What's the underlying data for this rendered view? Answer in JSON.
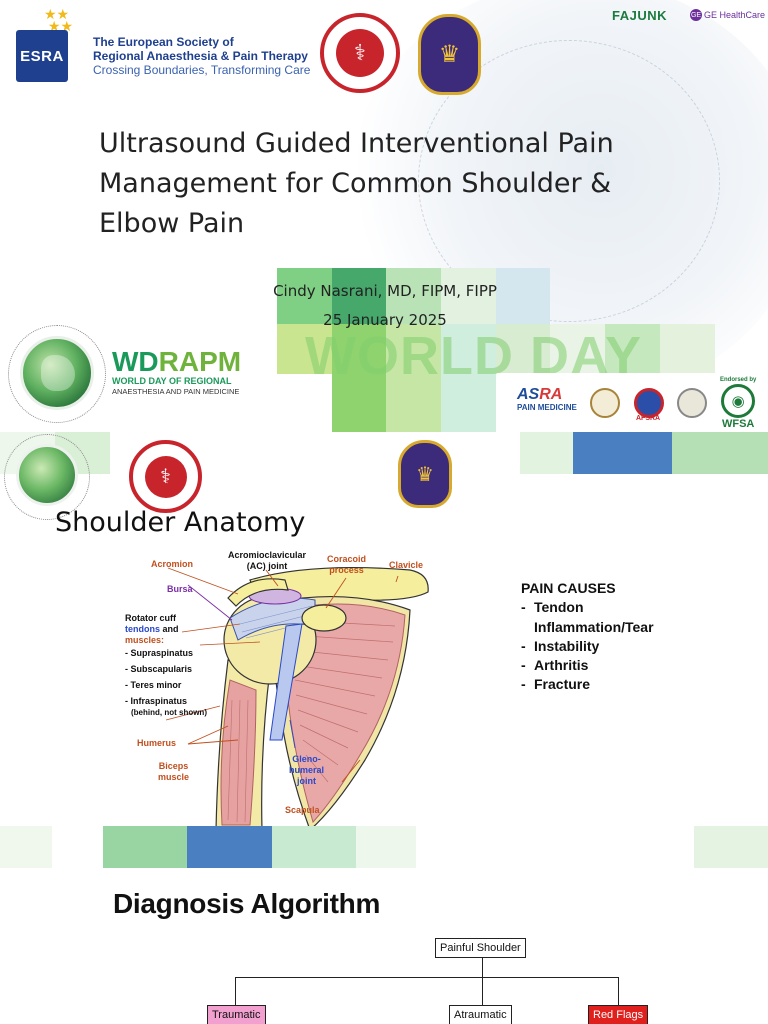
{
  "slide1": {
    "esra_logo_text": "ESRA",
    "esra_name_line1": "The European Society of",
    "esra_name_line2": "Regional Anaesthesia & Pain Therapy",
    "esra_tagline": "Crossing Boundaries, Transforming Care",
    "fajunk": "FAJUNK",
    "ge_healthcare": "GE HealthCare",
    "title": "Ultrasound Guided Interventional Pain Management for Common Shoulder & Elbow Pain",
    "author": "Cindy Nasrani, MD, FIPM, FIPP",
    "date": "25 January 2025",
    "banner_text": "WORLD DAY",
    "wdrapm_prefix": "WD",
    "wdrapm_suffix": "RAPM",
    "wdrapm_line1": "WORLD DAY OF REGIONAL",
    "wdrapm_line2": "ANAESTHESIA AND PAIN MEDICINE",
    "asra_prefix": "AS",
    "asra_suffix": "RA",
    "asra_sub": "PAIN MEDICINE",
    "afsra": "AFSRA",
    "wfsa_endorsed": "Endorsed by",
    "wfsa": "WFSA",
    "colors": {
      "green_light": "#bfe3b4",
      "green_mid": "#86cf8e",
      "blue_block": "#4a7fc1",
      "lime": "#a9d86e"
    }
  },
  "slide2": {
    "title": "Shoulder Anatomy",
    "labels": {
      "acromion": "Acromion",
      "ac_joint_1": "Acromioclavicular",
      "ac_joint_2": "(AC) joint",
      "coracoid_1": "Coracoid",
      "coracoid_2": "process",
      "clavicle": "Clavicle",
      "bursa": "Bursa",
      "rotator_1": "Rotator cuff",
      "rotator_tendons": "tendons",
      "rotator_and": " and",
      "rotator_muscles": "muscles:",
      "supraspinatus": "- Supraspinatus",
      "subscapularis": "- Subscapularis",
      "teres_minor": "- Teres minor",
      "infraspinatus": "- Infraspinatus",
      "infraspinatus_note": "(behind, not shown)",
      "humerus": "Humerus",
      "biceps_1": "Biceps",
      "biceps_2": "muscle",
      "gleno_1": "Gleno-",
      "gleno_2": "humeral",
      "gleno_3": "joint",
      "scapula": "Scapula"
    },
    "pain_causes": {
      "heading": "PAIN CAUSES",
      "dash": "-",
      "items": [
        "Tendon Inflammation/Tear",
        "Instability",
        "Arthritis",
        "Fracture"
      ]
    }
  },
  "slide3": {
    "title": "Diagnosis Algorithm",
    "root": "Painful Shoulder",
    "traumatic": "Traumatic",
    "atraumatic": "Atraumatic",
    "red_flags": "Red Flags"
  }
}
